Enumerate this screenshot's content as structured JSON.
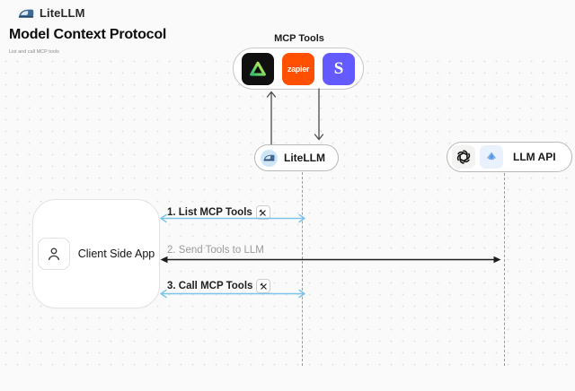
{
  "brand": {
    "name": "LiteLLM"
  },
  "header": {
    "title": "Model Context Protocol",
    "subtitle": "List and call MCP tools"
  },
  "mcp": {
    "label": "MCP Tools",
    "tools": [
      {
        "icon": "triangle-tool-icon"
      },
      {
        "icon": "zapier-icon",
        "text": "zapier"
      },
      {
        "icon": "stripe-icon",
        "text": "S"
      }
    ]
  },
  "nodes": {
    "litellm": {
      "label": "LiteLLM",
      "icon": "litellm-train-icon"
    },
    "llm_api": {
      "label": "LLM API",
      "icons": [
        "openai-icon",
        "llm-provider-icon"
      ]
    },
    "client": {
      "label": "Client Side App",
      "icon": "person-icon"
    }
  },
  "messages": [
    {
      "label": "1. List MCP Tools",
      "icon": "tools-icon",
      "direction": "bidirectional",
      "color_key": "accent_blue"
    },
    {
      "label": "2. Send Tools to LLM",
      "icon": null,
      "direction": "bidirectional",
      "color_key": "ink"
    },
    {
      "label": "3. Call MCP Tools",
      "icon": "tools-icon",
      "direction": "bidirectional",
      "color_key": "accent_blue"
    }
  ],
  "colors": {
    "background": "#fafafa",
    "dot_grid": "#e2e2e2",
    "accent_blue": "#7cc4ea",
    "ink": "#1d1d1d",
    "gray_label": "#9c9c9c",
    "lifeline": "#9b9b9b",
    "zapier_orange": "#ff4f00",
    "stripe_purple": "#635bff",
    "tool_black": "#101010",
    "litellm_blue": "#3e6a96"
  }
}
